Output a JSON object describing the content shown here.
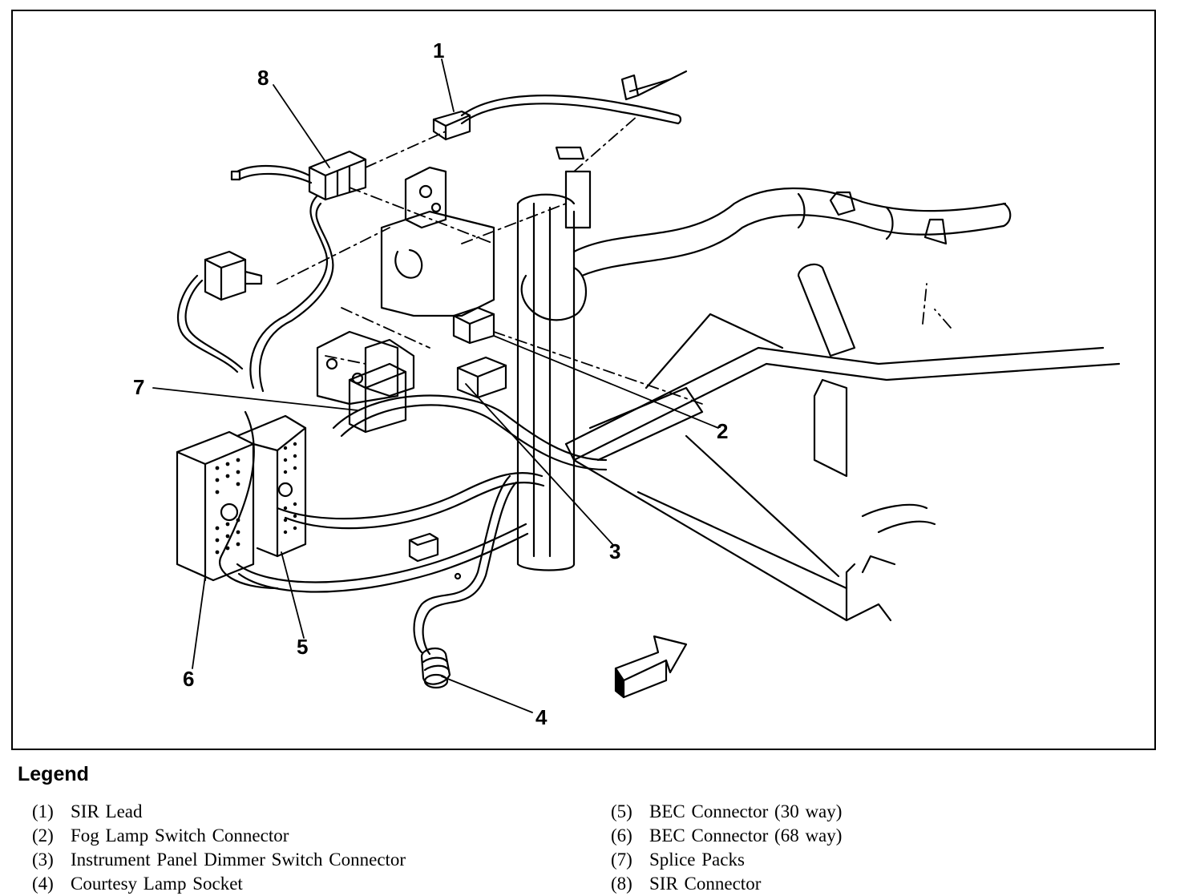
{
  "diagram": {
    "callouts": {
      "c1": "1",
      "c2": "2",
      "c3": "3",
      "c4": "4",
      "c5": "5",
      "c6": "6",
      "c7": "7",
      "c8": "8"
    }
  },
  "legend": {
    "title": "Legend",
    "items": [
      {
        "num": "(1)",
        "label": "SIR Lead"
      },
      {
        "num": "(2)",
        "label": "Fog Lamp Switch Connector"
      },
      {
        "num": "(3)",
        "label": "Instrument Panel Dimmer Switch Connector"
      },
      {
        "num": "(4)",
        "label": "Courtesy Lamp Socket"
      },
      {
        "num": "(5)",
        "label": "BEC Connector (30 way)"
      },
      {
        "num": "(6)",
        "label": "BEC Connector (68 way)"
      },
      {
        "num": "(7)",
        "label": "Splice Packs"
      },
      {
        "num": "(8)",
        "label": "SIR Connector"
      }
    ]
  }
}
